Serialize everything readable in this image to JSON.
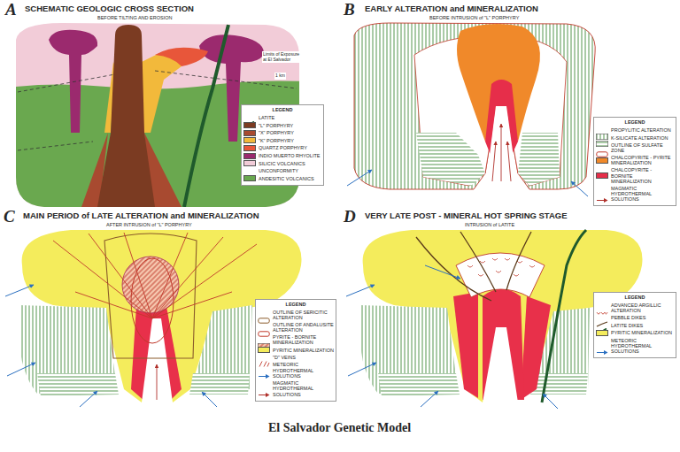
{
  "diagram": {
    "title": "El Salvador Genetic Model",
    "labels": [
      "A",
      "SCHEMATIC GEOLOGIC CROSS SECTION",
      "BEFORE TILTING AND EROSION",
      "Limits of Exposure at El Salvador",
      "1 km",
      "LEGEND",
      "B",
      "EARLY ALTERATION and MINERALIZATION",
      "BEFORE INTRUSION of \"L\" PORPHYRY",
      "LEGEND",
      "C",
      "MAIN PERIOD of LATE ALTERATION and MINERALIZATION",
      "AFTER INTRUSION of \"L\" PORPHYRY",
      "LEGEND",
      "D",
      "VERY LATE POST - MINERAL HOT SPRING STAGE",
      "INTRUSION of LATITE",
      "LEGEND"
    ],
    "legend": [
      {
        "text": "LATITE"
      },
      {
        "text": "\"L\" PORPHYRY",
        "color": "#7b3b22"
      },
      {
        "text": "\"X\" PORPHYRY",
        "color": "#a84a30"
      },
      {
        "text": "\"K\" PORPHYRY",
        "color": "#f2b93b"
      },
      {
        "text": "QUARTZ PORPHYRY",
        "color": "#e8563a"
      },
      {
        "text": "INDIO MUERTO RHYOLITE",
        "color": "#9b2a6e"
      },
      {
        "text": "SILICIC VOLCANICS",
        "color": "#f2ccd8"
      },
      {
        "text": "UNCONFORMITY"
      },
      {
        "text": "ANDESITIC VOLCANICS",
        "color": "#6aa84f"
      },
      {
        "text": "PROPYLITIC ALTERATION"
      },
      {
        "text": "K-SILICATE ALTERATION"
      },
      {
        "text": "OUTLINE OF SULFATE ZONE"
      },
      {
        "text": "CHALCOPYRITE - PYRITE MINERALIZATION",
        "color": "#f0892a"
      },
      {
        "text": "CHALCOPYRITE - BORNITE MINERALIZATION",
        "color": "#e62e4a"
      },
      {
        "text": "MAGMATIC HYDROTHERMAL SOLUTIONS"
      },
      {
        "text": "OUTLINE OF SERICITIC ALTERATION"
      },
      {
        "text": "OUTLINE OF ANDALUSITE ALTERATION"
      },
      {
        "text": "PYRITE - BORNITE MINERALIZATION"
      },
      {
        "text": "PYRITIC MINERALIZATION",
        "color": "#f4ec5c"
      },
      {
        "text": "\"D\" VEINS"
      },
      {
        "text": "METEORIC HYDROTHERMAL SOLUTIONS"
      },
      {
        "text": "MAGMATIC HYDROTHERMAL SOLUTIONS"
      },
      {
        "text": "ADVANCED ARGILLIC ALTERATION"
      },
      {
        "text": "PEBBLE DIKES"
      },
      {
        "text": "LATITE DIKES"
      },
      {
        "text": "PYRITIC MINERALIZATION",
        "color": "#f4ec5c"
      },
      {
        "text": "METEORIC HYDROTHERMAL SOLUTIONS"
      }
    ]
  }
}
